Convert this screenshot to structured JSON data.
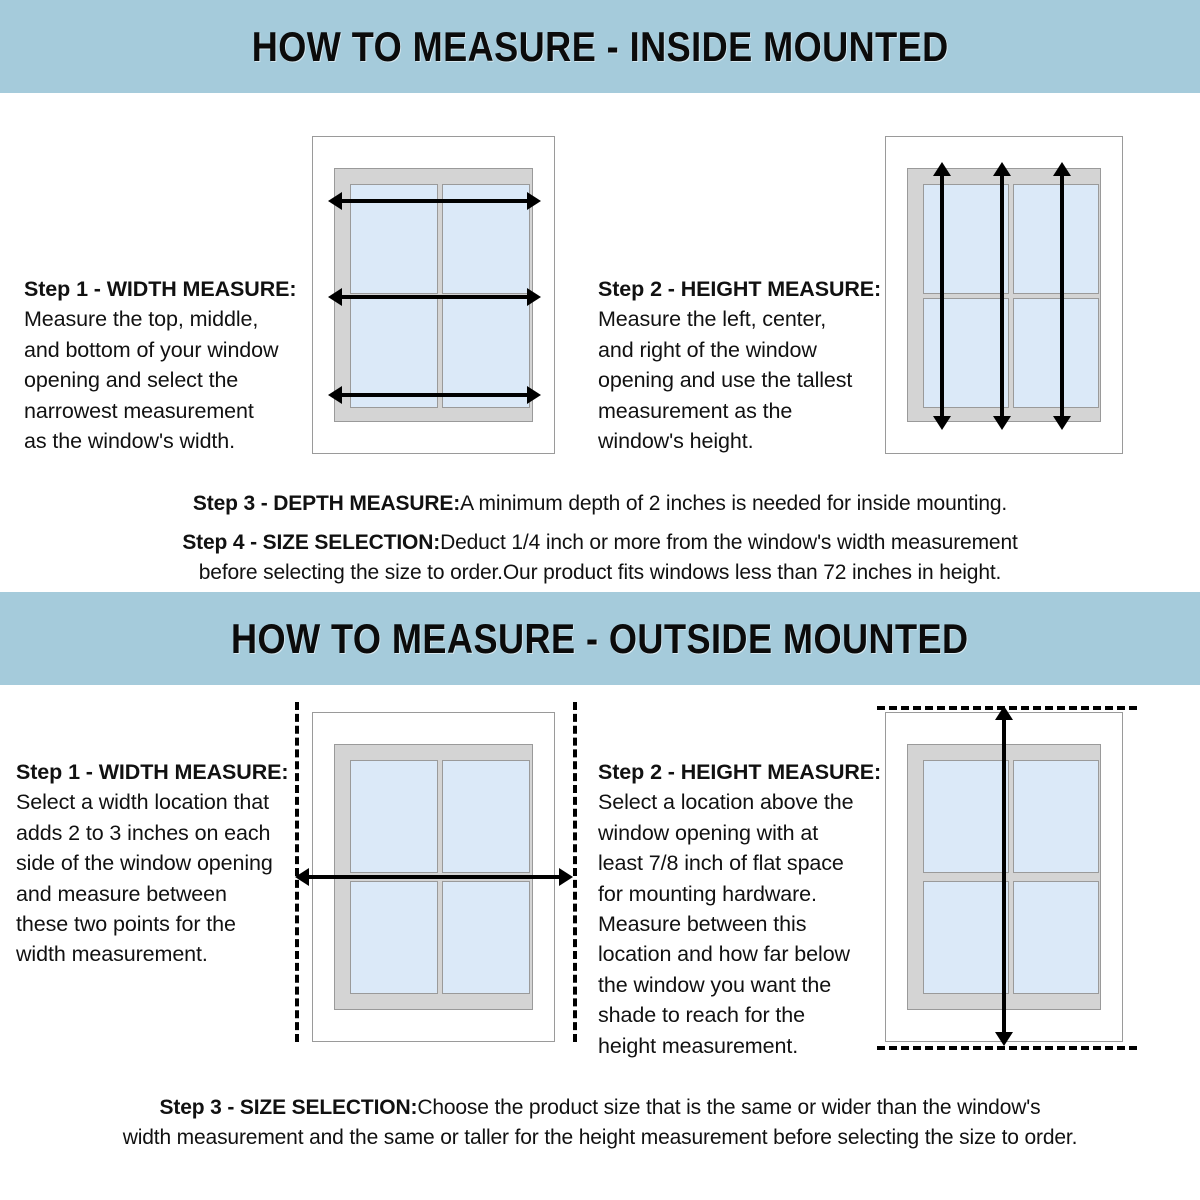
{
  "sections": {
    "inside": {
      "banner_title": "HOW TO MEASURE - INSIDE MOUNTED",
      "step1_label": "Step 1 - WIDTH MEASURE:",
      "step1_body": "Measure the top, middle,\nand bottom of your window\nopening and select the\nnarrowest measurement\nas the window's width.",
      "step2_label": "Step 2 - HEIGHT MEASURE:",
      "step2_body": "Measure the left, center,\nand right of the window\nopening and use the tallest\n measurement as the\nwindow's height.",
      "step3_label": "Step 3 - DEPTH MEASURE:",
      "step3_body": "A minimum depth of 2 inches is needed for inside mounting.",
      "step4_label": "Step 4 - SIZE SELECTION:",
      "step4_body": "Deduct 1/4 inch or more from the window's width measurement\nbefore selecting the size to order.Our product fits windows less than 72 inches in height."
    },
    "outside": {
      "banner_title": "HOW TO MEASURE - OUTSIDE MOUNTED",
      "step1_label": "Step 1 - WIDTH MEASURE:",
      "step1_body": "Select a width location that\nadds 2 to 3 inches on each\nside of the window opening\n and measure between\nthese two points for the\nwidth measurement.",
      "step2_label": "Step 2 - HEIGHT MEASURE:",
      "step2_body": "Select a location above the\nwindow opening with at\nleast 7/8 inch of flat space\nfor mounting hardware.\nMeasure between this\nlocation and how far below\nthe window you want the\nshade to reach for the\nheight measurement.",
      "step3_label": "Step 3 - SIZE SELECTION:",
      "step3_body": "Choose the product size that is the same or wider than the window's\nwidth measurement and the same or taller for the height measurement before selecting the size to order."
    }
  },
  "figures": {
    "inside_width": {
      "caption": "window-with-three-horizontal-width-arrows",
      "arrow_count": 3,
      "arrow_direction": "horizontal"
    },
    "inside_height": {
      "caption": "window-with-three-vertical-height-arrows",
      "arrow_count": 3,
      "arrow_direction": "vertical"
    },
    "outside_width": {
      "caption": "window-with-dashed-side-guides-and-width-arrow",
      "arrow_count": 1,
      "arrow_direction": "horizontal"
    },
    "outside_height": {
      "caption": "window-with-dashed-top-bottom-guides-and-height-arrow",
      "arrow_count": 1,
      "arrow_direction": "vertical"
    }
  },
  "colors": {
    "banner": "#a5cbdb",
    "pane": "#dbe9f8",
    "sash": "#d4d4d4",
    "frame_outline": "#9a9a9a",
    "text": "#111111",
    "arrow": "#000000"
  }
}
